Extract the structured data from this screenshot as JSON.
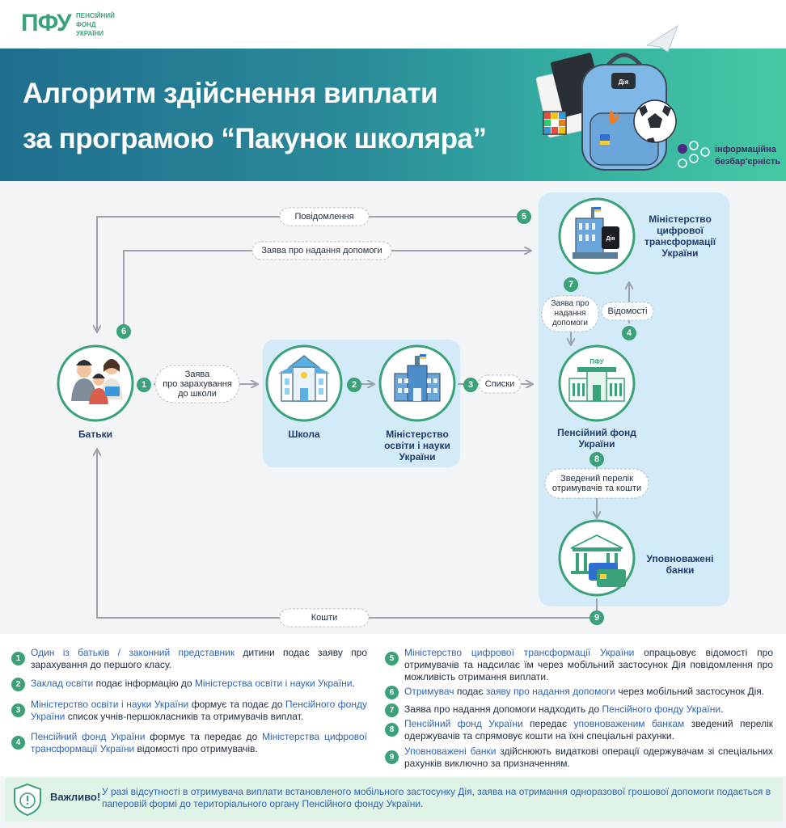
{
  "header": {
    "logo_mark": "ПФУ",
    "logo_text_1": "ПЕНСІЙНИЙ",
    "logo_text_2": "ФОНД",
    "logo_text_3": "УКРАЇНИ",
    "title_line_1": "Алгоритм здійснення виплати",
    "title_line_2": "за програмою “Пакунок школяра”",
    "badge_line_1": "інформаційна",
    "badge_line_2": "безбар'єрність",
    "diia_tag": "Дія"
  },
  "nodes": {
    "parents": "Батьки",
    "school": "Школа",
    "mon_1": "Міністерство",
    "mon_2": "освіти і науки",
    "mon_3": "України",
    "mintsyfra_1": "Міністерство",
    "mintsyfra_2": "цифрової",
    "mintsyfra_3": "трансформації",
    "mintsyfra_4": "України",
    "pfu_1": "Пенсійний фонд",
    "pfu_2": "України",
    "pfu_sign": "ПФУ",
    "banks_1": "Уповноважені",
    "banks_2": "банки",
    "diia_phone": "Дія"
  },
  "pills": {
    "notification": "Повідомлення",
    "application": "Заява про надання допомоги",
    "enroll_1": "Заява",
    "enroll_2": "про зарахування",
    "enroll_3": "до школи",
    "lists": "Списки",
    "app7_1": "Заява про",
    "app7_2": "надання",
    "app7_3": "допомоги",
    "info": "Відомості",
    "summary_1": "Зведений перелік",
    "summary_2": "отримувачів та кошти",
    "funds": "Кошти"
  },
  "steps": [
    "1",
    "2",
    "3",
    "4",
    "5",
    "6",
    "7",
    "8",
    "9"
  ],
  "legend": [
    {
      "num": "1",
      "hl1": "Один із батьків / законний представник",
      "t1": " дитини подає заяву про зарахування до першого класу."
    },
    {
      "num": "2",
      "hl1": "Заклад освіти",
      "t1": " подає інформацію до ",
      "hl2": "Міністерства освіти і науки України",
      "t2": "."
    },
    {
      "num": "3",
      "hl1": "Міністерство освіти і науки України",
      "t1": " формує та подає до ",
      "hl2": "Пенсійного фонду України",
      "t2": " список учнів-першокласників та отримувачів виплат."
    },
    {
      "num": "4",
      "hl1": "Пенсійний фонд України",
      "t1": " формує та передає до ",
      "hl2": "Міністерства цифрової трансформації України",
      "t2": " відомості про отримувачів."
    },
    {
      "num": "5",
      "hl1": "Міністерство цифрової трансформації України",
      "t1": " опрацьовує відомості про отримувачів та надсилає їм через мобільний застосунок Дія повідомлення про можливість отримання виплати."
    },
    {
      "num": "6",
      "hl1": "Отримувач",
      "t1": " подає ",
      "hl2": "заяву про надання допомоги",
      "t2": " через мобільний застосунок Дія."
    },
    {
      "num": "7",
      "t0": "Заява про надання допомоги надходить до ",
      "hl1": "Пенсійного фонду України",
      "t1": "."
    },
    {
      "num": "8",
      "hl1": "Пенсійний фонд України",
      "t1": " передає ",
      "hl2": "уповноваженим банкам",
      "t2": " зведений перелік одержувачів та спрямовує кошти на їхні спеціальні рахунки."
    },
    {
      "num": "9",
      "hl1": "Уповноважені банки",
      "t1": " здійснюють видаткові операції одержувачам зі спеціальних рахунків виключно за призначенням."
    }
  ],
  "important": {
    "label": "Важливо!",
    "text": "У разі відсутності в отримувача виплати встановленого мобільного застосунку Дія, заява на отримання одноразової грошової допомоги подається в паперовій формі до територіального органу Пенсійного фонду України."
  },
  "colors": {
    "green": "#3aa178",
    "navy": "#1d3b6e",
    "blue_text": "#2f63b8",
    "panel_blue": "#d3ebf8",
    "arrow_gray": "#9aa3ad"
  }
}
